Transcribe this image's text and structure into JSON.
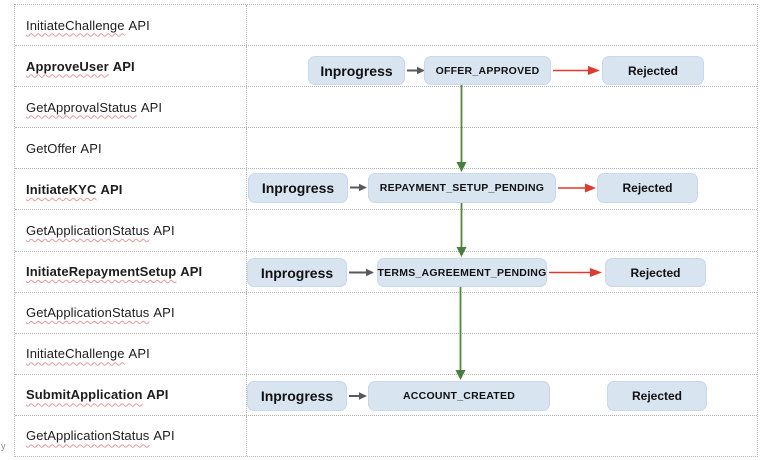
{
  "api_column": {
    "rows": [
      {
        "name": "InitiateChallenge",
        "suffix": "API"
      },
      {
        "name": "ApproveUser",
        "suffix": "API"
      },
      {
        "name": "GetApprovalStatus",
        "suffix": "API"
      },
      {
        "name": "GetOffer",
        "suffix": "API"
      },
      {
        "name": "InitiateKYC",
        "suffix": "API"
      },
      {
        "name": "GetApplicationStatus",
        "suffix": "API"
      },
      {
        "name": "InitiateRepaymentSetup",
        "suffix": "API"
      },
      {
        "name": "GetApplicationStatus",
        "suffix": "API"
      },
      {
        "name": "InitiateChallenge",
        "suffix": "API"
      },
      {
        "name": "SubmitApplication",
        "suffix": "API"
      },
      {
        "name": "GetApplicationStatus",
        "suffix": "API"
      }
    ]
  },
  "flows": [
    {
      "start": "Inprogress",
      "state": "OFFER_APPROVED",
      "reject": "Rejected"
    },
    {
      "start": "Inprogress",
      "state": "REPAYMENT_SETUP_PENDING",
      "reject": "Rejected"
    },
    {
      "start": "Inprogress",
      "state": "TERMS_AGREEMENT_PENDING",
      "reject": "Rejected"
    },
    {
      "start": "Inprogress",
      "state": "ACCOUNT_CREATED",
      "reject": "Rejected"
    }
  ],
  "colors": {
    "node_fill": "#d9e4f1",
    "success_arrow": "#4e8a37",
    "reject_arrow": "#e2392e",
    "next_arrow": "#58595b",
    "spellcheck_underline": "#ea9999",
    "table_border": "#b4b4b4"
  },
  "stray_text": "y"
}
